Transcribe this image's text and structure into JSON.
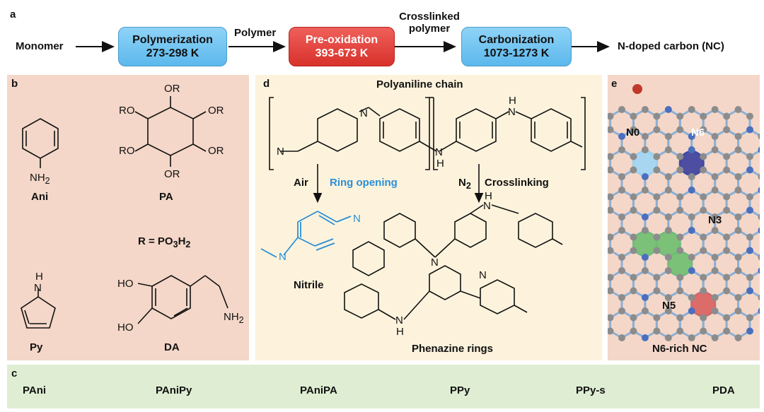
{
  "panel_a": {
    "letter": "a",
    "monomer": "Monomer",
    "polymer": "Polymer",
    "crosslinked_line1": "Crosslinked",
    "crosslinked_line2": "polymer",
    "product": "N-doped carbon (NC)",
    "steps": [
      {
        "name": "Polymerization",
        "temp": "273-298 K",
        "color": "#6cc3f0"
      },
      {
        "name": "Pre-oxidation",
        "temp": "393-673 K",
        "color": "#e0413b"
      },
      {
        "name": "Carbonization",
        "temp": "1073-1273 K",
        "color": "#6cc3f0"
      }
    ]
  },
  "panel_b": {
    "letter": "b",
    "bg": "#f4d7c8",
    "ani": "Ani",
    "pa": "PA",
    "r_def_prefix": "R = PO",
    "r_def_sub1": "3",
    "r_def_mid": "H",
    "r_def_sub2": "2",
    "py": "Py",
    "da": "DA",
    "nh2": "NH",
    "nh2_sub": "2",
    "or": "OR",
    "ro": "RO",
    "ho": "HO",
    "h": "H",
    "n": "N"
  },
  "panel_d": {
    "letter": "d",
    "bg": "#fdf3dc",
    "title": "Polyaniline chain",
    "air": "Air",
    "ring_opening": "Ring opening",
    "n2": "N",
    "n2_sub": "2",
    "crosslinking": "Crosslinking",
    "nitrile": "Nitrile",
    "phenazine": "Phenazine rings",
    "accent": "#2b8fd6"
  },
  "panel_e": {
    "letter": "e",
    "bg": "#f4d7c8",
    "labels": [
      "N0",
      "N6",
      "N3",
      "N5"
    ],
    "caption": "N6-rich NC"
  },
  "panel_c": {
    "letter": "c",
    "bg": "#dfeed3",
    "items": [
      "PAni",
      "PAniPy",
      "PAniPA",
      "PPy",
      "PPy-s",
      "PDA"
    ]
  }
}
